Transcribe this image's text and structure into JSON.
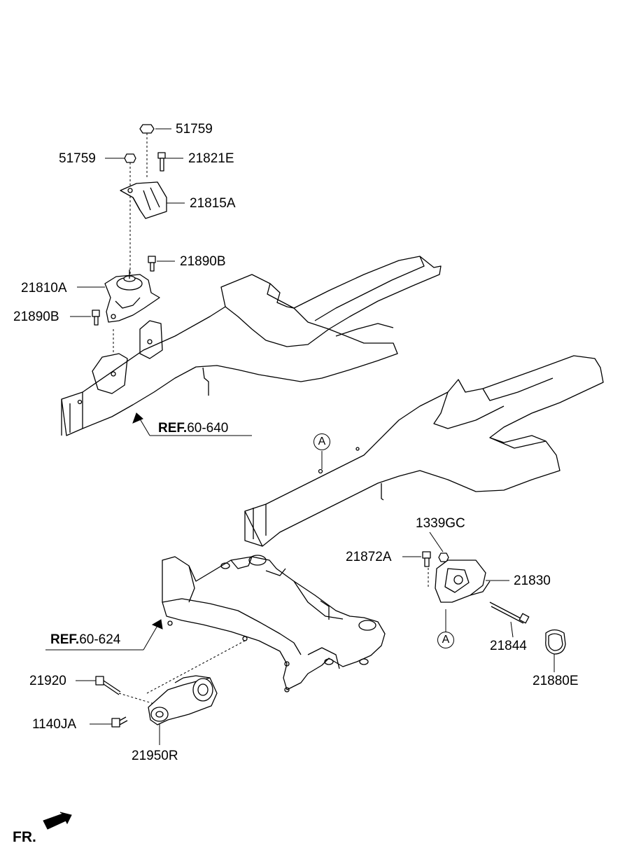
{
  "labels": {
    "nut_top": "51759",
    "nut_left": "51759",
    "bolt_21821e": "21821E",
    "bracket_21815a": "21815A",
    "bolt_21890b_right": "21890B",
    "mount_21810a": "21810A",
    "bolt_21890b_left": "21890B",
    "nut_1339gc": "1339GC",
    "bolt_21872a": "21872A",
    "mount_21830": "21830",
    "bolt_21844": "21844",
    "pad_21880e": "21880E",
    "bolt_21920": "21920",
    "bolt_1140ja": "1140JA",
    "roll_rod_21950r": "21950R"
  },
  "refs": {
    "ref_640_prefix": "REF.",
    "ref_640_number": "60-640",
    "ref_624_prefix": "REF.",
    "ref_624_number": "60-624"
  },
  "callouts": {
    "upper": "A",
    "lower": "A"
  },
  "orientation": {
    "front_label": "FR."
  }
}
